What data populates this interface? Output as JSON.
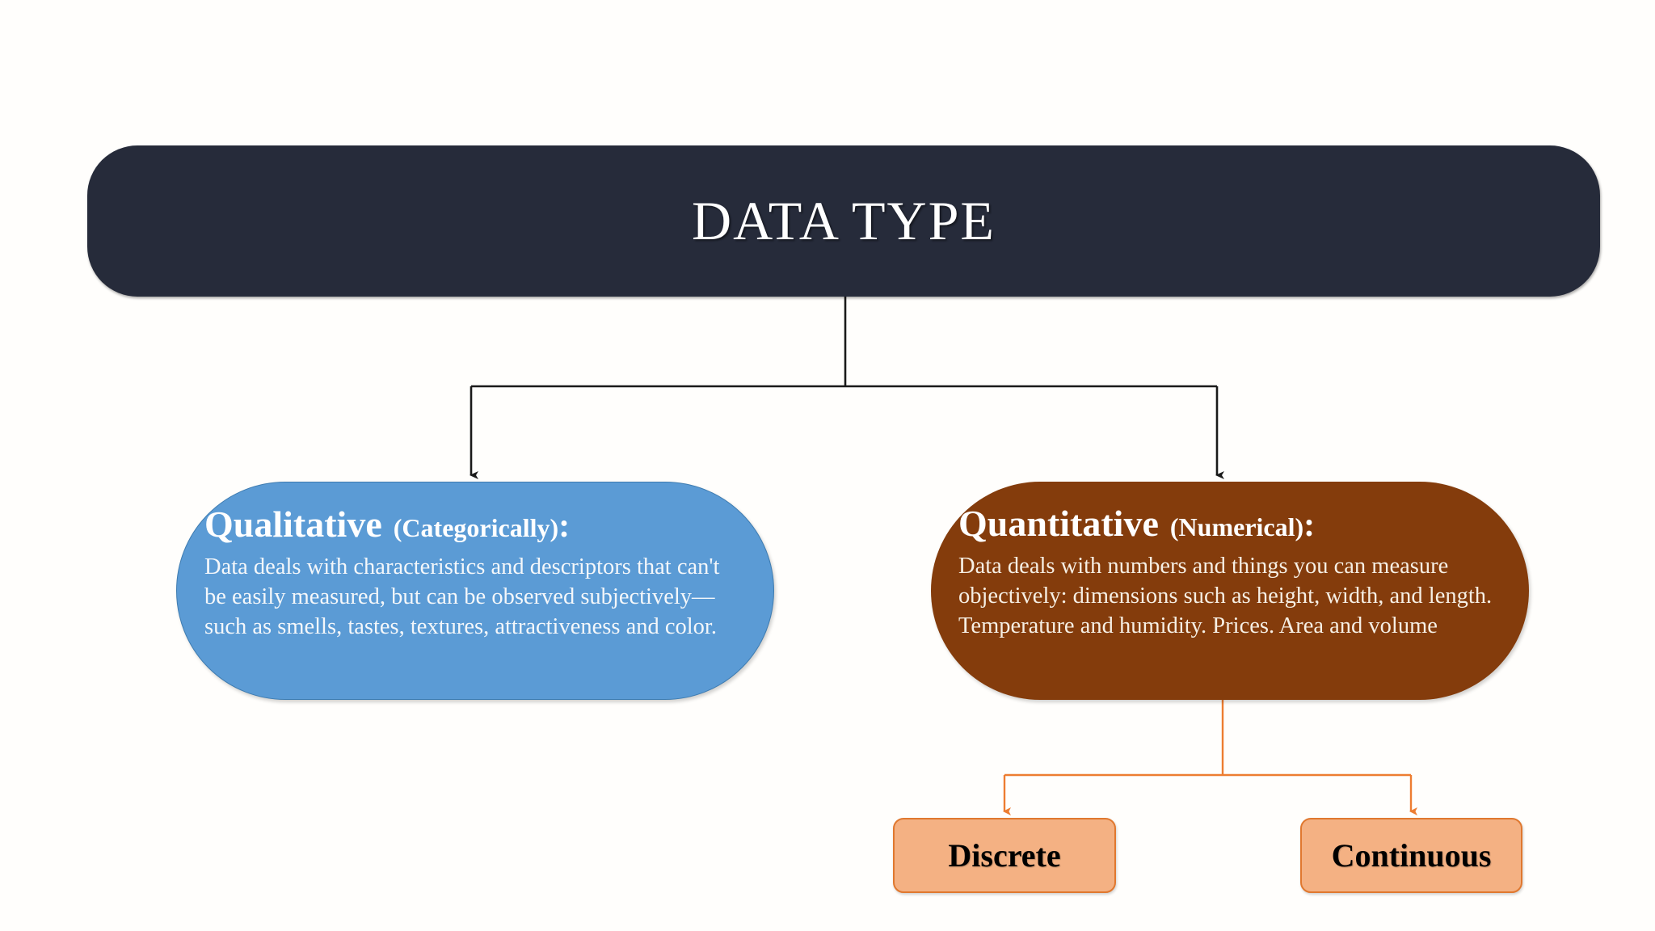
{
  "diagram": {
    "title": "Data Type classification diagram",
    "root": {
      "label": "DATA TYPE",
      "color": "#262b3a",
      "text_color": "#ffffff"
    },
    "branches": [
      {
        "id": "qualitative",
        "heading_main": "Qualitative",
        "heading_sub": "(Categorically)",
        "heading_colon": ":",
        "body": "Data deals with characteristics and descriptors that can't be easily measured, but can be observed subjectively—such as smells, tastes, textures, attractiveness and color.",
        "color": "#5b9bd5",
        "border_color": "#3e7cb1",
        "text_color": "#ffffff"
      },
      {
        "id": "quantitative",
        "heading_main": "Quantitative",
        "heading_sub": "(Numerical)",
        "heading_colon": ":",
        "body": "Data deals with numbers and things you can measure objectively: dimensions such as height, width, and length. Temperature and humidity. Prices. Area and volume",
        "color": "#843c0c",
        "border_color": "#843c0c",
        "text_color": "#ffffff"
      }
    ],
    "leaves": [
      {
        "id": "discrete",
        "label": "Discrete",
        "color": "#f4b183",
        "border_color": "#ed7d31",
        "text_color": "#000000"
      },
      {
        "id": "continuous",
        "label": "Continuous",
        "color": "#f4b183",
        "border_color": "#ed7d31",
        "text_color": "#000000"
      }
    ],
    "connectors": {
      "primary_color": "#1a1a1a",
      "secondary_color": "#ed7d31"
    },
    "background_color": "#fffefc"
  }
}
